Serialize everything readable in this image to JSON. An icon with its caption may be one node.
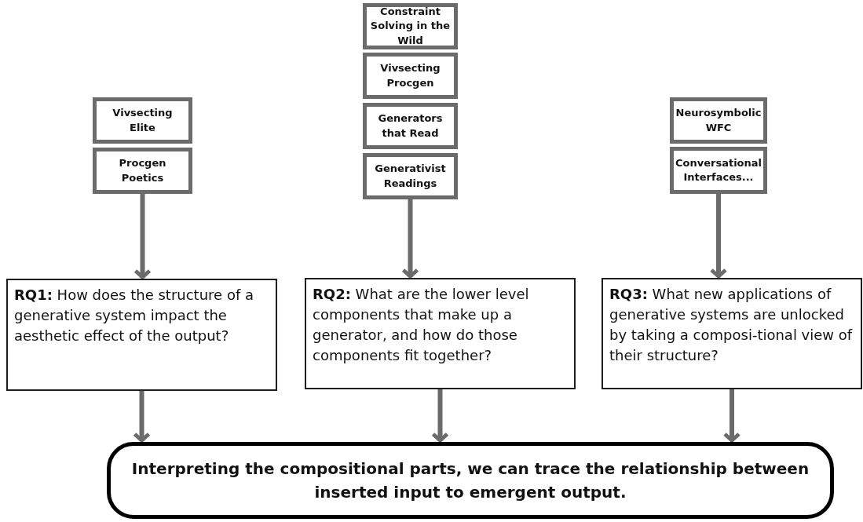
{
  "diagram": {
    "nodes": [
      {
        "text": [
          "Vivsecting Elite"
        ]
      },
      {
        "text": [
          "Procgen Poetics"
        ]
      },
      {
        "text": [
          "Constraint Solving in the Wild"
        ]
      },
      {
        "text": [
          "Vivsecting Procgen"
        ]
      },
      {
        "text": [
          "Generators that Read"
        ]
      },
      {
        "text": [
          "Generativist Readings"
        ]
      },
      {
        "text": [
          "Neurosymbolic WFC"
        ]
      },
      {
        "text": [
          "Conversational Interfaces..."
        ]
      },
      {
        "text": [
          "**RQ1:** How does the structure of a generative system impact the aesthetic effect of the output?"
        ]
      },
      {
        "text": [
          "**RQ2:** What are the lower level components that make up a generator, and how do those components fit together?"
        ]
      },
      {
        "text": [
          "**RQ3:** What new applications of generative systems are unlocked by taking a composi-tional view of their structure?"
        ]
      },
      {
        "text": [
          "Interpreting the compositional parts, we can trace the relationship between inserted input to emergent output."
        ]
      }
    ],
    "edges": [
      {
        "from": 1,
        "to": 8,
        "arrow": "to"
      },
      {
        "from": 5,
        "to": 9,
        "arrow": "to"
      },
      {
        "from": 7,
        "to": 10,
        "arrow": "to"
      },
      {
        "from": 8,
        "to": 11,
        "arrow": "to"
      },
      {
        "from": 9,
        "to": 11,
        "arrow": "to"
      },
      {
        "from": 10,
        "to": 11,
        "arrow": "to"
      }
    ]
  }
}
